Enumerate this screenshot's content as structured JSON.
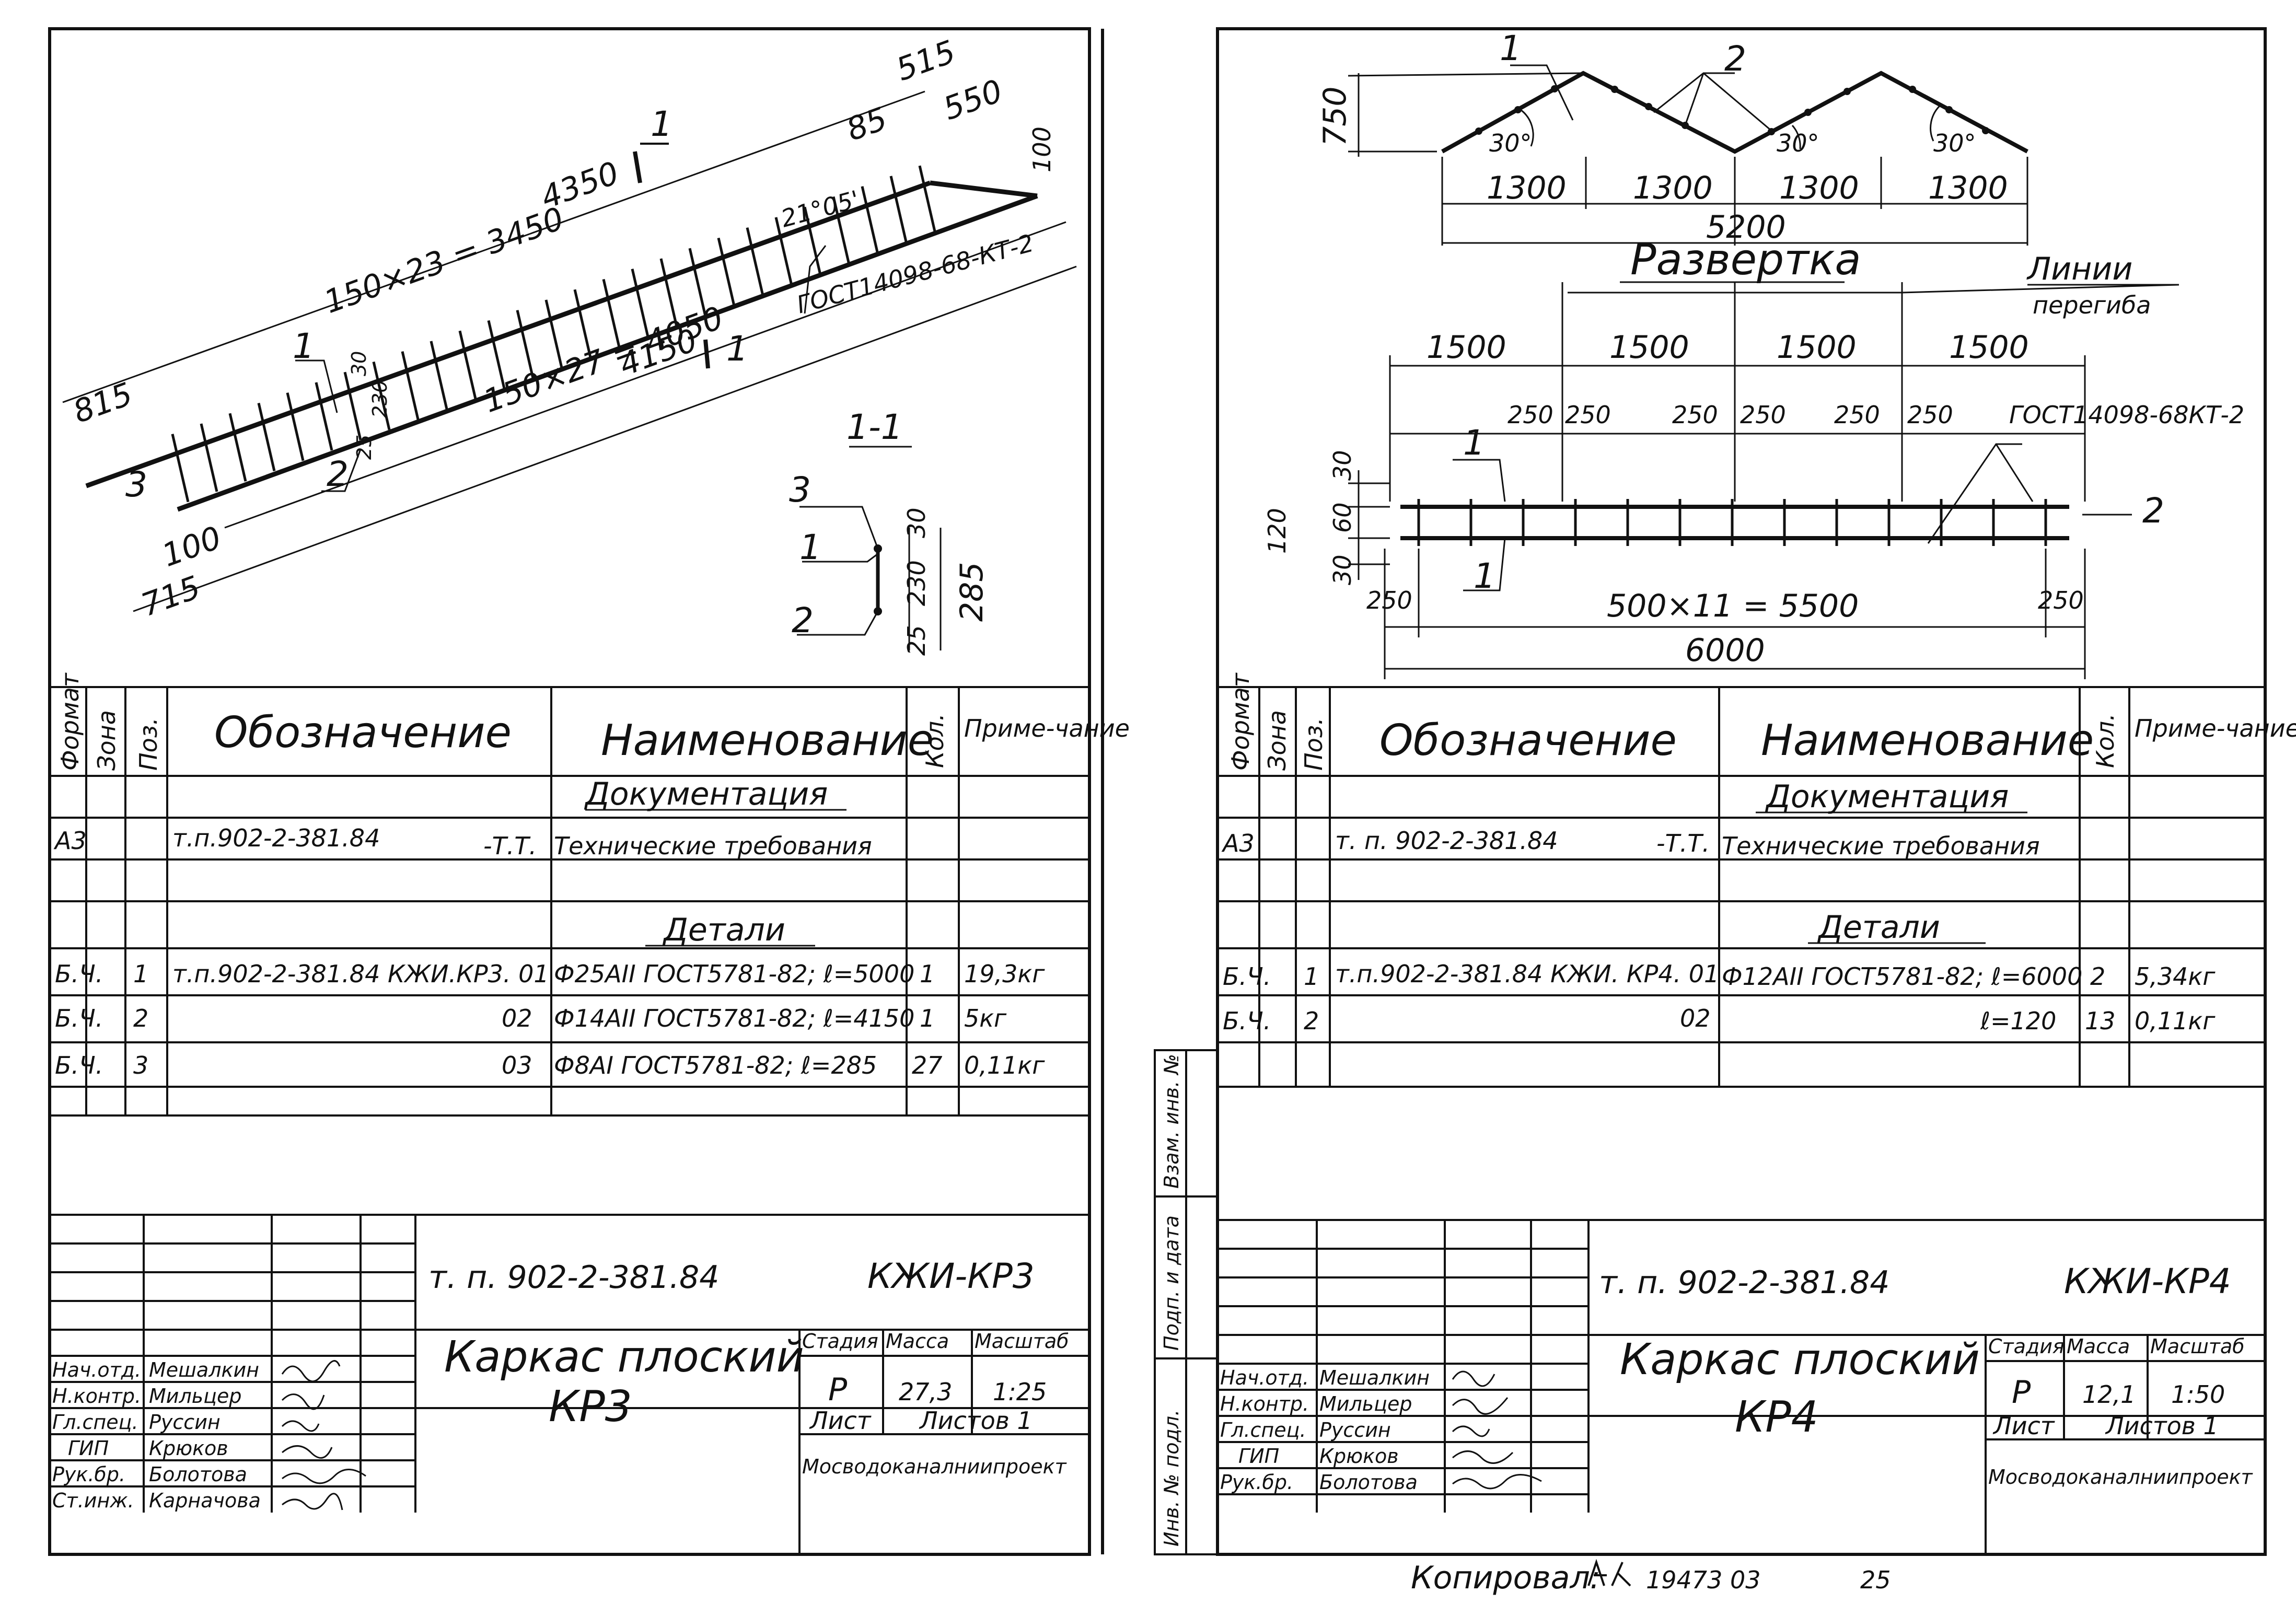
{
  "left_sheet": {
    "dims": {
      "d4350": "4350",
      "d3450": "150×23 = 3450",
      "d4050": "150×27 = 4050",
      "d4150": "4150",
      "d815": "815",
      "d715": "715",
      "d100a": "100",
      "d515": "515",
      "d550": "550",
      "d85": "85",
      "d100b": "100",
      "d30": "30",
      "d230": "230",
      "d25": "25",
      "angle": "21°05'",
      "gost_label": "ГОСТ14098-68-КТ-2",
      "cut1a": "1",
      "cut1b": "1",
      "pos1": "1",
      "pos2": "2",
      "pos3": "3"
    },
    "section": {
      "title": "1-1",
      "p3": "3",
      "p1": "1",
      "p2": "2",
      "d30": "30",
      "d230": "230",
      "d25": "25",
      "d285": "285"
    },
    "spec": {
      "headers": {
        "format": "Формат",
        "zone": "Зона",
        "pos": "Поз.",
        "designation": "Обозначение",
        "name": "Наименование",
        "qty": "Кол.",
        "note": "Приме-чание"
      },
      "documentation": "Документация",
      "doc_row": {
        "format": "А3",
        "designation": "т.п.902-2-381.84",
        "suffix": "-Т.Т.",
        "name": "Технические требования"
      },
      "details": "Детали",
      "rows": [
        {
          "format": "Б.Ч.",
          "pos": "1",
          "designation": "т.п.902-2-381.84 КЖИ.КР3. 01",
          "name": "Ф25АII ГОСТ5781-82; ℓ=5000",
          "qty": "1",
          "note": "19,3кг"
        },
        {
          "format": "Б.Ч.",
          "pos": "2",
          "designation": "02",
          "name": "Ф14АII ГОСТ5781-82; ℓ=4150",
          "qty": "1",
          "note": "5кг"
        },
        {
          "format": "Б.Ч.",
          "pos": "3",
          "designation": "03",
          "name": "Ф8АI ГОСТ5781-82; ℓ=285",
          "qty": "27",
          "note": "0,11кг"
        }
      ]
    },
    "title_block": {
      "project": "т. п. 902-2-381.84",
      "code": "КЖИ-КР3",
      "name_line1": "Каркас плоский",
      "name_line2": "КР3",
      "stage_label": "Стадия",
      "mass_label": "Масса",
      "scale_label": "Масштаб",
      "stage": "Р",
      "mass": "27,3",
      "scale": "1:25",
      "sheet_label": "Лист",
      "sheets_label": "Листов 1",
      "org": "Мосводоканалниипроект",
      "roles": [
        {
          "role": "Нач.отд.",
          "person": "Мешалкин"
        },
        {
          "role": "Н.контр.",
          "person": "Мильцер"
        },
        {
          "role": "Гл.спец.",
          "person": "Руссин"
        },
        {
          "role": "ГИП",
          "person": "Крюков"
        },
        {
          "role": "Рук.бр.",
          "person": "Болотова"
        },
        {
          "role": "Ст.инж.",
          "person": "Карначова"
        }
      ]
    }
  },
  "right_sheet": {
    "profile": {
      "h750": "750",
      "pos1": "1",
      "pos2": "2",
      "angle": "30°",
      "seg": [
        "1300",
        "1300",
        "1300",
        "1300"
      ],
      "total": "5200",
      "razvertka": "Развертка",
      "bend_line1": "Линии",
      "bend_line2": "перегиба"
    },
    "flat": {
      "seg1500": [
        "1500",
        "1500",
        "1500",
        "1500"
      ],
      "s250": "250",
      "gost_label": "ГОСТ14098-68КТ-2",
      "pos1a": "1",
      "pos1b": "1",
      "pos2": "2",
      "d30a": "30",
      "d120": "120",
      "d60": "60",
      "d30b": "30",
      "end250": "250",
      "mid": "500×11 = 5500",
      "total": "6000"
    },
    "spec": {
      "headers": {
        "format": "Формат",
        "zone": "Зона",
        "pos": "Поз.",
        "designation": "Обозначение",
        "name": "Наименование",
        "qty": "Кол.",
        "note": "Приме-чание"
      },
      "documentation": "Документация",
      "doc_row": {
        "format": "А3",
        "designation": "т. п. 902-2-381.84",
        "suffix": "-Т.Т.",
        "name": "Технические требования"
      },
      "details": "Детали",
      "rows": [
        {
          "format": "Б.Ч.",
          "pos": "1",
          "designation": "т.п.902-2-381.84 КЖИ. КР4. 01",
          "name": "Ф12АII ГОСТ5781-82; ℓ=6000",
          "qty": "2",
          "note": "5,34кг"
        },
        {
          "format": "Б.Ч.",
          "pos": "2",
          "designation": "02",
          "name": "ℓ=120",
          "qty": "13",
          "note": "0,11кг"
        }
      ]
    },
    "side_stamps": [
      "Взам. инв. №",
      "Подп. и дата",
      "Инв. № подл."
    ],
    "title_block": {
      "project": "т. п. 902-2-381.84",
      "code": "КЖИ-КР4",
      "name_line1": "Каркас плоский",
      "name_line2": "КР4",
      "stage_label": "Стадия",
      "mass_label": "Масса",
      "scale_label": "Масштаб",
      "stage": "Р",
      "mass": "12,1",
      "scale": "1:50",
      "sheet_label": "Лист",
      "sheets_label": "Листов 1",
      "org": "Мосводоканалниипроект",
      "roles": [
        {
          "role": "Нач.отд.",
          "person": "Мешалкин"
        },
        {
          "role": "Н.контр.",
          "person": "Мильцер"
        },
        {
          "role": "Гл.спец.",
          "person": "Руссин"
        },
        {
          "role": "ГИП",
          "person": "Крюков"
        },
        {
          "role": "Рук.бр.",
          "person": "Болотова"
        }
      ]
    }
  },
  "footer": {
    "copied": "Копировал:",
    "order": "19473 03",
    "format": "25"
  }
}
